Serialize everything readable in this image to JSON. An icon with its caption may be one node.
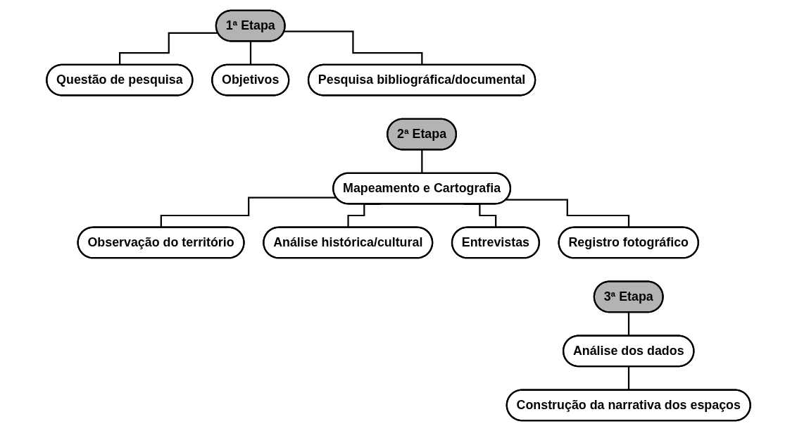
{
  "diagram": {
    "nodes": [
      {
        "text": [
          "1ª Etapa"
        ]
      },
      {
        "text": [
          "Questão de pesquisa"
        ]
      },
      {
        "text": [
          "Objetivos"
        ]
      },
      {
        "text": [
          "Pesquisa bibliográfica/documental"
        ]
      },
      {
        "text": [
          "2ª Etapa"
        ]
      },
      {
        "text": [
          "Mapeamento e Cartografia"
        ]
      },
      {
        "text": [
          "Observação do território"
        ]
      },
      {
        "text": [
          "Análise histórica/cultural"
        ]
      },
      {
        "text": [
          "Entrevistas"
        ]
      },
      {
        "text": [
          "Registro fotográfico"
        ]
      },
      {
        "text": [
          "3ª Etapa"
        ]
      },
      {
        "text": [
          "Análise dos dados"
        ]
      },
      {
        "text": [
          "Construção da narrativa dos espaços"
        ]
      }
    ],
    "edges": [
      {
        "from": 0,
        "to": 1,
        "arrow": "none"
      },
      {
        "from": 0,
        "to": 2,
        "arrow": "none"
      },
      {
        "from": 0,
        "to": 3,
        "arrow": "none"
      },
      {
        "from": 4,
        "to": 5,
        "arrow": "none"
      },
      {
        "from": 5,
        "to": 6,
        "arrow": "none"
      },
      {
        "from": 5,
        "to": 7,
        "arrow": "none"
      },
      {
        "from": 5,
        "to": 8,
        "arrow": "none"
      },
      {
        "from": 5,
        "to": 9,
        "arrow": "none"
      },
      {
        "from": 10,
        "to": 11,
        "arrow": "none"
      },
      {
        "from": 11,
        "to": 12,
        "arrow": "none"
      }
    ]
  }
}
